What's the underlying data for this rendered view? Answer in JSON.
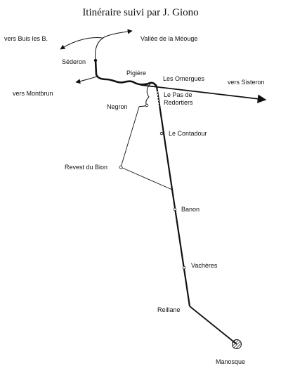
{
  "map": {
    "title": "Itinéraire suivi par J. Giono",
    "labels": {
      "vers_buis": "vers Buis les B.",
      "vallee": "Vallée de la Méouge",
      "sederon": "Séderon",
      "pigiere": "Pigière",
      "les_omergues": "Les Omergues",
      "vers_sisteron": "vers Sisteron",
      "vers_montbrun": "vers Montbrun",
      "le_pas_de_1": "Le Pas de",
      "le_pas_de_2": "Redortiers",
      "negron": "Negron",
      "le_contadour": "Le Contadour",
      "revest": "Revest du Bion",
      "banon": "Banon",
      "vacheres": "Vachères",
      "reillane": "Reillane",
      "manosque": "Manosque"
    }
  }
}
